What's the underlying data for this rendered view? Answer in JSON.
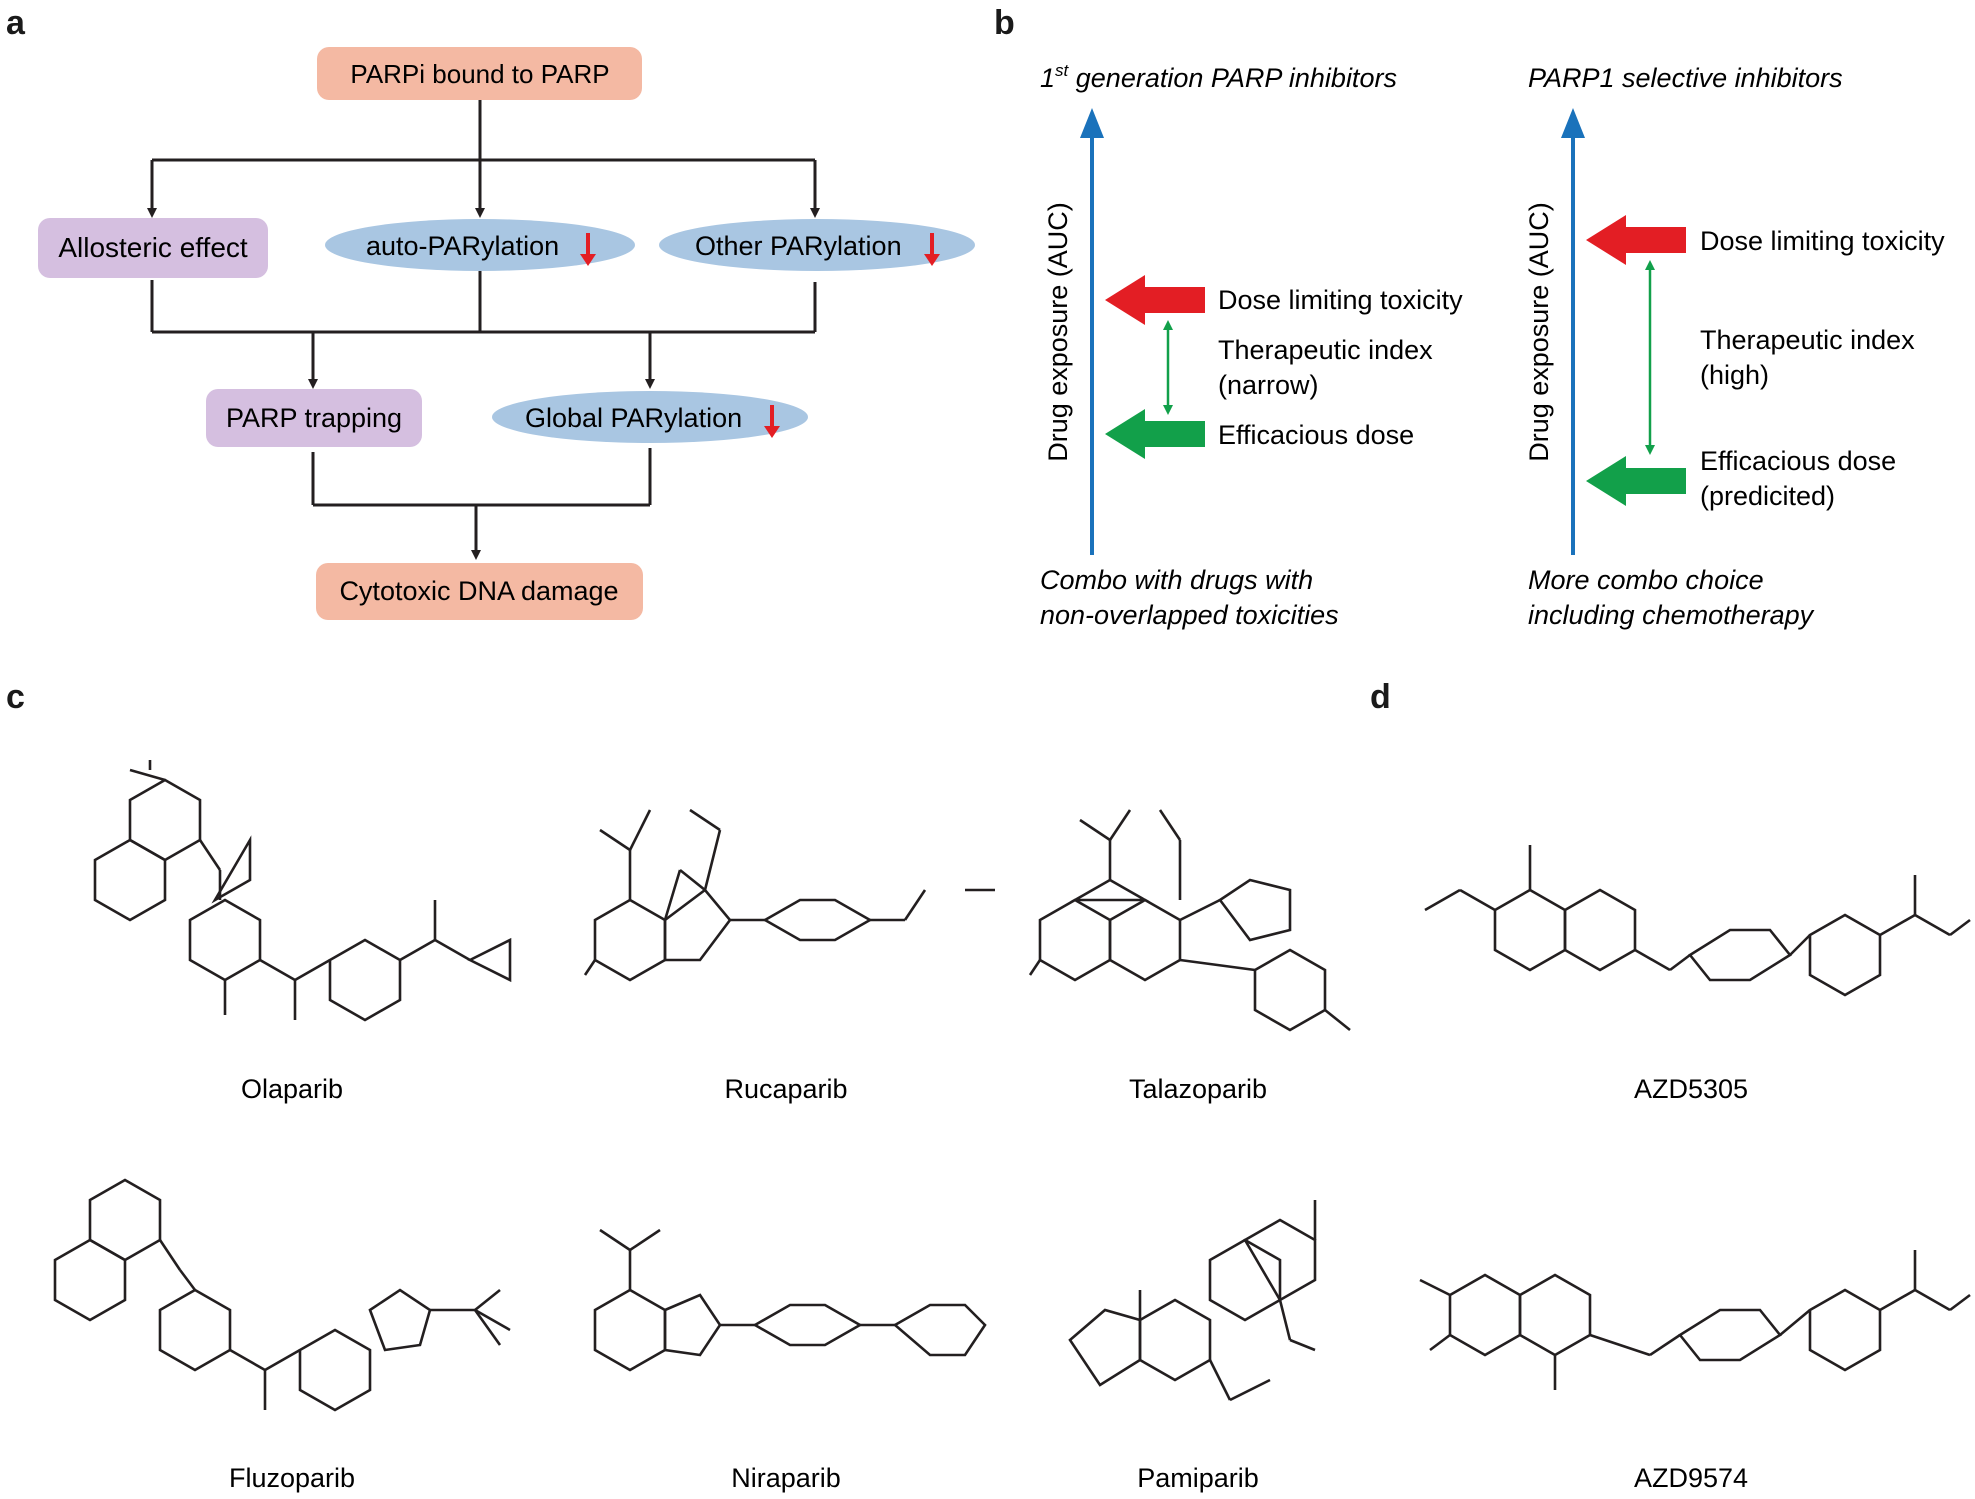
{
  "panels": {
    "a": "a",
    "b": "b",
    "c": "c",
    "d": "d"
  },
  "panel_a": {
    "top_box": "PARPi bound to PARP",
    "allosteric": "Allosteric effect",
    "auto_parylation": "auto-PARylation",
    "other_parylation": "Other PARylation",
    "trapping": "PARP trapping",
    "global_parylation": "Global PARylation",
    "bottom_box": "Cytotoxic DNA damage"
  },
  "panel_b": {
    "left": {
      "title_sup": "st",
      "title_num": "1",
      "title_rest": " generation PARP inhibitors",
      "axis_label": "Drug exposure (AUC)",
      "toxicity": "Dose limiting toxicity",
      "index_line1": "Therapeutic index",
      "index_line2": "(narrow)",
      "efficacy_line1": "Efficacious dose",
      "footer_line1": "Combo with drugs with",
      "footer_line2": "non-overlapped toxicities"
    },
    "right": {
      "title": "PARP1 selective inhibitors",
      "axis_label": "Drug exposure (AUC)",
      "toxicity": "Dose limiting toxicity",
      "index_line1": "Therapeutic index",
      "index_line2": "(high)",
      "efficacy_line1": "Efficacious dose",
      "efficacy_line2": "(predicited)",
      "footer_line1": "More combo choice",
      "footer_line2": "including chemotherapy"
    }
  },
  "panel_c": {
    "drugs": [
      "Olaparib",
      "Rucaparib",
      "Talazoparib",
      "Fluzoparib",
      "Niraparib",
      "Pamiparib"
    ]
  },
  "panel_d": {
    "drugs": [
      "AZD5305",
      "AZD9574"
    ]
  },
  "colors": {
    "salmon": "#f4b9a3",
    "lavender": "#d5bfe0",
    "ellipse": "#a9c6e2",
    "red": "#e31e24",
    "green": "#12a04a",
    "blue_axis": "#1a72bb",
    "line": "#231f20"
  }
}
